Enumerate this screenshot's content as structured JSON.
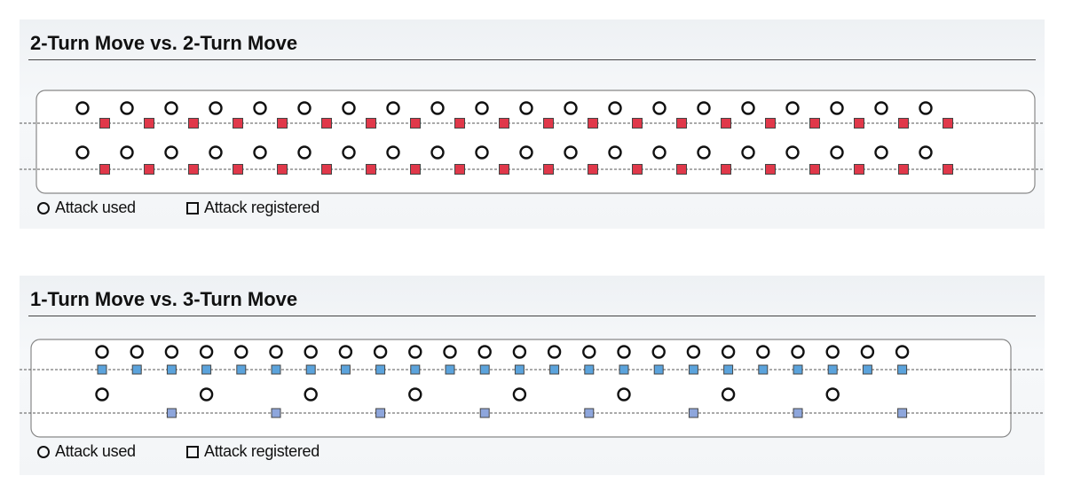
{
  "sections": [
    {
      "title": "2-Turn Move vs. 2-Turn Move",
      "legend": {
        "circle_label": "Attack used",
        "square_label": "Attack registered"
      },
      "rows": [
        {
          "circles": 20,
          "circle_interval": 1,
          "squares": 20,
          "square_interval": 1,
          "square_color": "#e0384a"
        },
        {
          "circles": 20,
          "circle_interval": 1,
          "squares": 20,
          "square_interval": 1,
          "square_color": "#e0384a"
        }
      ]
    },
    {
      "title": "1-Turn Move vs. 3-Turn Move",
      "legend": {
        "circle_label": "Attack used",
        "square_label": "Attack registered"
      },
      "rows": [
        {
          "circles": 24,
          "circle_interval": 1,
          "squares": 24,
          "square_interval": 1,
          "square_color": "#5ba3dc"
        },
        {
          "circles": 8,
          "circle_interval": 3,
          "squares": 8,
          "square_interval": 3,
          "square_color": "#8ea6dc"
        }
      ]
    }
  ],
  "colors": {
    "circle_stroke": "#111111",
    "square_stroke": "#444444",
    "track_fill": "#ffffff",
    "track_stroke": "#888888",
    "dash_line": "#555555"
  }
}
